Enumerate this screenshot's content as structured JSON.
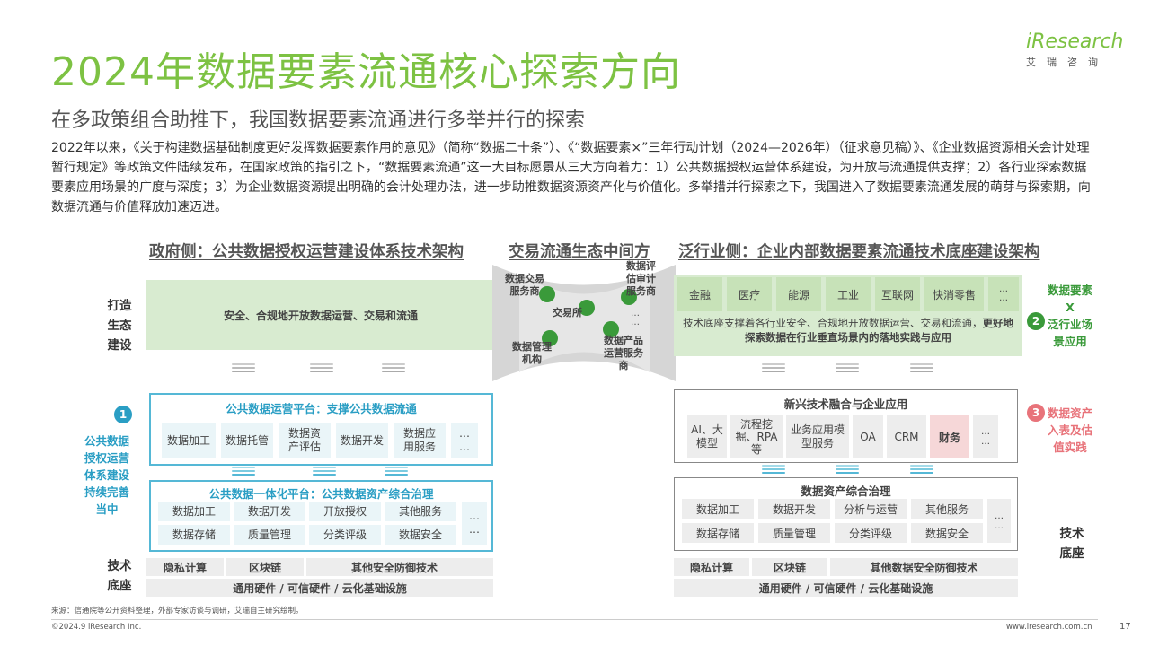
{
  "header": {
    "title": "2024年数据要素流通核心探索方向",
    "subtitle": "在多政策组合助推下，我国数据要素流通进行多举并行的探索",
    "body": "2022年以来，《关于构建数据基础制度更好发挥数据要素作用的意见》（简称“数据二十条”）、《“数据要素×”三年行动计划（2024—2026年）（征求意见稿）》、《企业数据资源相关会计处理暂行规定》等政策文件陆续发布，在国家政策的指引之下，“数据要素流通”这一大目标愿景从三大方向着力：1）公共数据授权运营体系建设，为开放与流通提供支撑；2）各行业探索数据要素应用场景的广度与深度；3）为企业数据资源提出明确的会计处理办法，进一步助推数据资源资产化与价值化。多举措并行探索之下，我国进入了数据要素流通发展的萌芽与探索期，向数据流通与价值释放加速迈进。"
  },
  "logo": {
    "brand": "iResearch",
    "sub": "艾瑞咨询"
  },
  "sections": {
    "gov": "政府侧：公共数据授权运营建设体系技术架构",
    "mid": "交易流通生态中间方",
    "ind": "泛行业侧：企业内部数据要素流通技术底座建设架构"
  },
  "left": {
    "eco_label": "打造\n生态\n建设",
    "eco_text": "安全、合规地开放数据运营、交易和流通",
    "num1": "1",
    "side_label": "公共数据\n授权运营\n体系建设\n持续完善\n当中",
    "platform1_title": "公共数据运营平台：支撑公共数据流通",
    "platform1_items": [
      "数据加工",
      "数据托管",
      "数据资\n产评估",
      "数据开发",
      "数据应\n用服务",
      "…\n…"
    ],
    "platform2_title": "公共数据一体化平台：公共数据资产综合治理",
    "platform2_row1": [
      "数据加工",
      "数据开发",
      "开放授权",
      "其他服务"
    ],
    "platform2_row2": [
      "数据存储",
      "质量管理",
      "分类评级",
      "数据安全"
    ],
    "platform2_more": "…\n…",
    "tech_label": "技术\n底座",
    "base_row1": [
      "隐私计算",
      "区块链",
      "其他安全防御技术"
    ],
    "base_row2": "通用硬件 / 可信硬件 / 云化基础设施"
  },
  "middle": {
    "nodes": [
      "数据交易\n服务商",
      "数据评\n估审计\n服务商",
      "交易所",
      "…\n…",
      "数据管理\n机构",
      "数据产品\n运营服务\n商"
    ]
  },
  "right": {
    "industries": [
      "金融",
      "医疗",
      "能源",
      "工业",
      "互联网",
      "快消零售",
      "…\n…"
    ],
    "tech_support": "技术底座支撑着各行业安全、合规地开放数据运营、交易和流通，",
    "tech_support_bold": "更好地探索数据在行业垂直场景内的落地实践与应用",
    "label_data_x": "数据要素\nX\n泛行业场\n景应用",
    "num2": "2",
    "new_tech_title": "新兴技术融合与企业应用",
    "new_tech_items": [
      "AI、大\n模型",
      "流程挖\n掘、RPA\n等",
      "业务应用模\n型服务",
      "OA",
      "CRM",
      "财务",
      "…\n…"
    ],
    "num3": "3",
    "label_asset": "数据资产\n入表及估\n值实践",
    "gov_title": "数据资产综合治理",
    "gov_row1": [
      "数据加工",
      "数据开发",
      "分析与运营",
      "其他服务"
    ],
    "gov_row2": [
      "数据存储",
      "质量管理",
      "分类评级",
      "数据安全"
    ],
    "gov_more": "…\n…",
    "tech_label": "技术\n底座",
    "base_row1": [
      "隐私计算",
      "区块链",
      "其他数据安全防御技术"
    ],
    "base_row2": "通用硬件 / 可信硬件 / 云化基础设施"
  },
  "footer": {
    "source": "来源：信通院等公开资料整理，外部专家访谈与调研，艾瑞自主研究绘制。",
    "copyright": "©2024.9 iResearch Inc.",
    "url": "www.iresearch.com.cn",
    "page": "17"
  },
  "colors": {
    "green": "#7dc243",
    "blue": "#2a9ec4",
    "pink": "#e8737a"
  }
}
